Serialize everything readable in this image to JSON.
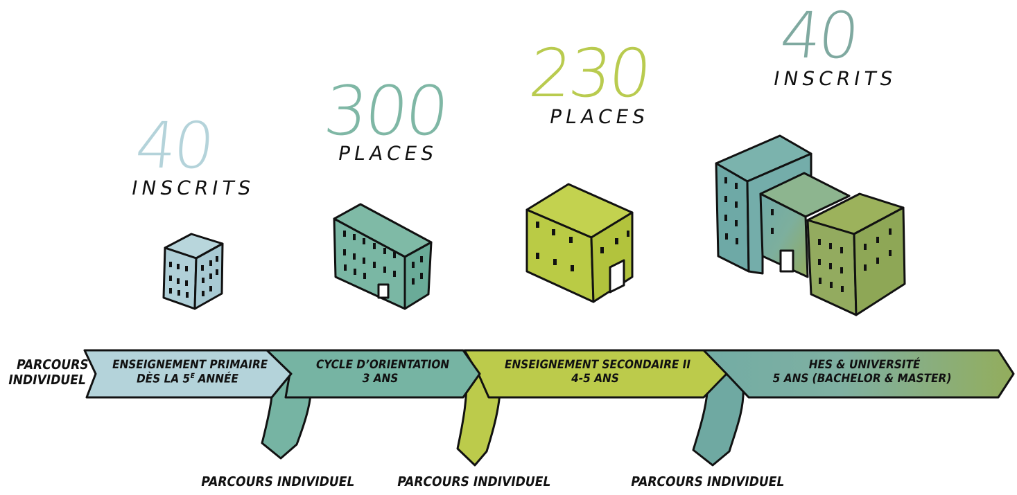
{
  "colors": {
    "primary": "#b4d3da",
    "cycle": "#76b4a3",
    "secondary": "#bccb4b",
    "university_light": "#7eb2a6",
    "university_dark": "#8eab62",
    "ink": "#111111"
  },
  "stats": [
    {
      "number": "40",
      "word": "INSCRITS",
      "color": "#b4d3da"
    },
    {
      "number": "300",
      "word": "PLACES",
      "color": "#7fb7a5"
    },
    {
      "number": "230",
      "word": "PLACES",
      "color": "#b9cb4f"
    },
    {
      "number": "40",
      "word": "INSCRITS",
      "color": "#7fa9a0"
    }
  ],
  "left_label": {
    "line1": "PARCOURS",
    "line2": "INDIVIDUEL"
  },
  "stages": [
    {
      "line1": "ENSEIGNEMENT PRIMAIRE",
      "line2_pre": "DÈS LA 5",
      "line2_sup": "E",
      "line2_post": " ANNÉE"
    },
    {
      "line1": "CYCLE D’ORIENTATION",
      "line2": "3 ANS"
    },
    {
      "line1": "ENSEIGNEMENT SECONDAIRE II",
      "line2": "4-5 ANS"
    },
    {
      "line1": "HES & UNIVERSITÉ",
      "line2": "5 ANS (BACHELOR & MASTER)"
    }
  ],
  "exits": [
    "PARCOURS INDIVIDUEL",
    "PARCOURS INDIVIDUEL",
    "PARCOURS INDIVIDUEL"
  ]
}
